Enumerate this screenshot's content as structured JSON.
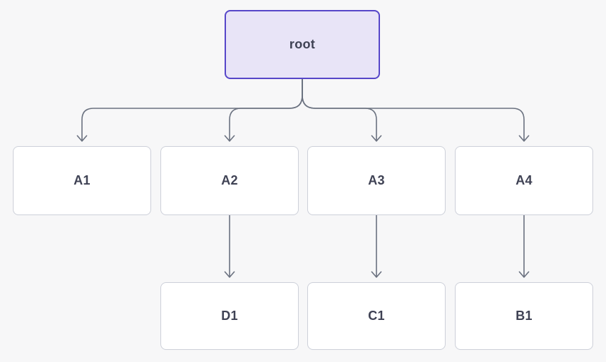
{
  "diagram": {
    "type": "tree",
    "nodes": {
      "root": {
        "id": "root",
        "label": "root",
        "level": 0
      },
      "a1": {
        "id": "A1",
        "label": "A1",
        "level": 1
      },
      "a2": {
        "id": "A2",
        "label": "A2",
        "level": 1
      },
      "a3": {
        "id": "A3",
        "label": "A3",
        "level": 1
      },
      "a4": {
        "id": "A4",
        "label": "A4",
        "level": 1
      },
      "d1": {
        "id": "D1",
        "label": "D1",
        "level": 2
      },
      "c1": {
        "id": "C1",
        "label": "C1",
        "level": 2
      },
      "b1": {
        "id": "B1",
        "label": "B1",
        "level": 2
      }
    },
    "edges": [
      {
        "from": "root",
        "to": "A1"
      },
      {
        "from": "root",
        "to": "A2"
      },
      {
        "from": "root",
        "to": "A3"
      },
      {
        "from": "root",
        "to": "A4"
      },
      {
        "from": "A2",
        "to": "D1"
      },
      {
        "from": "A3",
        "to": "C1"
      },
      {
        "from": "A4",
        "to": "B1"
      }
    ]
  },
  "colors": {
    "background": "#f7f7f8",
    "node_fill": "#ffffff",
    "node_border": "#cdd0d9",
    "root_fill": "#e8e4f7",
    "root_border": "#5747c9",
    "edge": "#6b7280",
    "text": "#3f4254"
  }
}
